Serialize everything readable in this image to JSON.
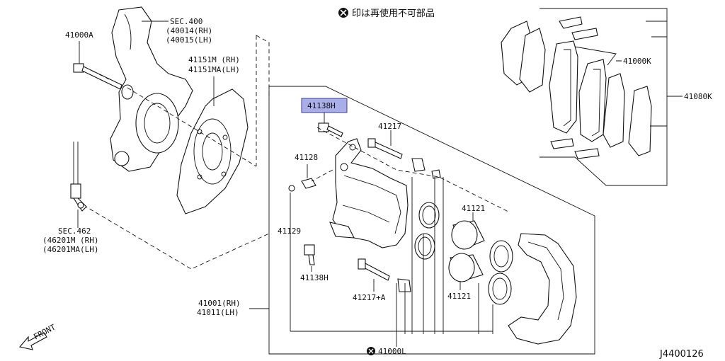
{
  "note": "印は再使用不可部品",
  "figure_code": "J4400126",
  "front_label": "FRONT",
  "callouts": {
    "sec400": "SEC.400",
    "sec400_rh": "(40014(RH)",
    "sec400_lh": "(40015(LH)",
    "p41000A": "41000A",
    "p41151M_rh": "41151M (RH)",
    "p41151M_lh": "41151MA(LH)",
    "sec462": "SEC.462",
    "sec462_rh": "(46201M (RH)",
    "sec462_lh": "(46201MA(LH)",
    "p41138H_top": "41138H",
    "p41128": "41128",
    "p41129": "41129",
    "p41138H_bottom": "41138H",
    "p41217": "41217",
    "p41217A": "41217+A",
    "p41121_top": "41121",
    "p41121_bottom": "41121",
    "p41001_rh": "41001(RH)",
    "p41011_lh": "41011(LH)",
    "p41000L": "41000L",
    "p41000K": "41000K",
    "p41080K": "41080K"
  },
  "colors": {
    "highlight": "#a9aee8",
    "line": "#111111"
  }
}
